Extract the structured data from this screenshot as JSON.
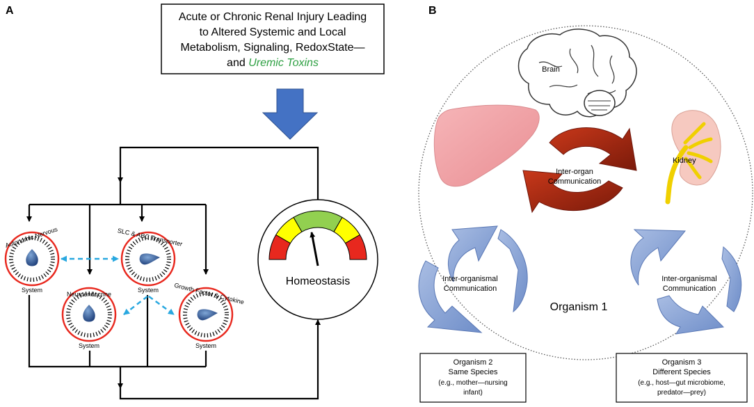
{
  "panel_a": {
    "letter": "A",
    "title_lines": [
      "Acute or Chronic Renal Injury Leading",
      "to Altered Systemic and Local",
      "Metabolism, Signaling, RedoxState—"
    ],
    "title_last_prefix": "and ",
    "title_last_highlight": "Uremic Toxins",
    "gauges": {
      "autonomic": {
        "top": "Autonomic Nervous",
        "bottom": "System"
      },
      "slc": {
        "top": "SLC & ABC Transporter",
        "bottom": "System"
      },
      "neuro": {
        "top": "Neuroendocrine",
        "bottom": "System"
      },
      "growth": {
        "top": "Growth Factor & Cytokine",
        "bottom": "System"
      }
    },
    "homeostasis_label": "Homeostasis"
  },
  "panel_b": {
    "letter": "B",
    "brain_label": "Brain",
    "kidney_label": "Kidney",
    "inter_organ": [
      "Inter-organ",
      "Communication"
    ],
    "inter_organismal_left": [
      "Inter-organismal",
      "Communication"
    ],
    "inter_organismal_right": [
      "Inter-organismal",
      "Communication"
    ],
    "organism1": "Organism 1",
    "organism2": [
      "Organism 2",
      "Same Species",
      "(e.g., mother—nursing",
      "infant)"
    ],
    "organism3": [
      "Organism 3",
      "Different Species",
      "(e.g., host—gut microbiome,",
      "predator—prey)"
    ]
  },
  "colors": {
    "uremic_green": "#2ea043",
    "blue_arrow": "#4472c4",
    "gauge_red": "#e8281e",
    "dashed_blue": "#29a8e0",
    "dark_red_arrow": "#a52a14",
    "light_blue_arrow": "#8ea9db",
    "liver": "#f2a5a8"
  }
}
